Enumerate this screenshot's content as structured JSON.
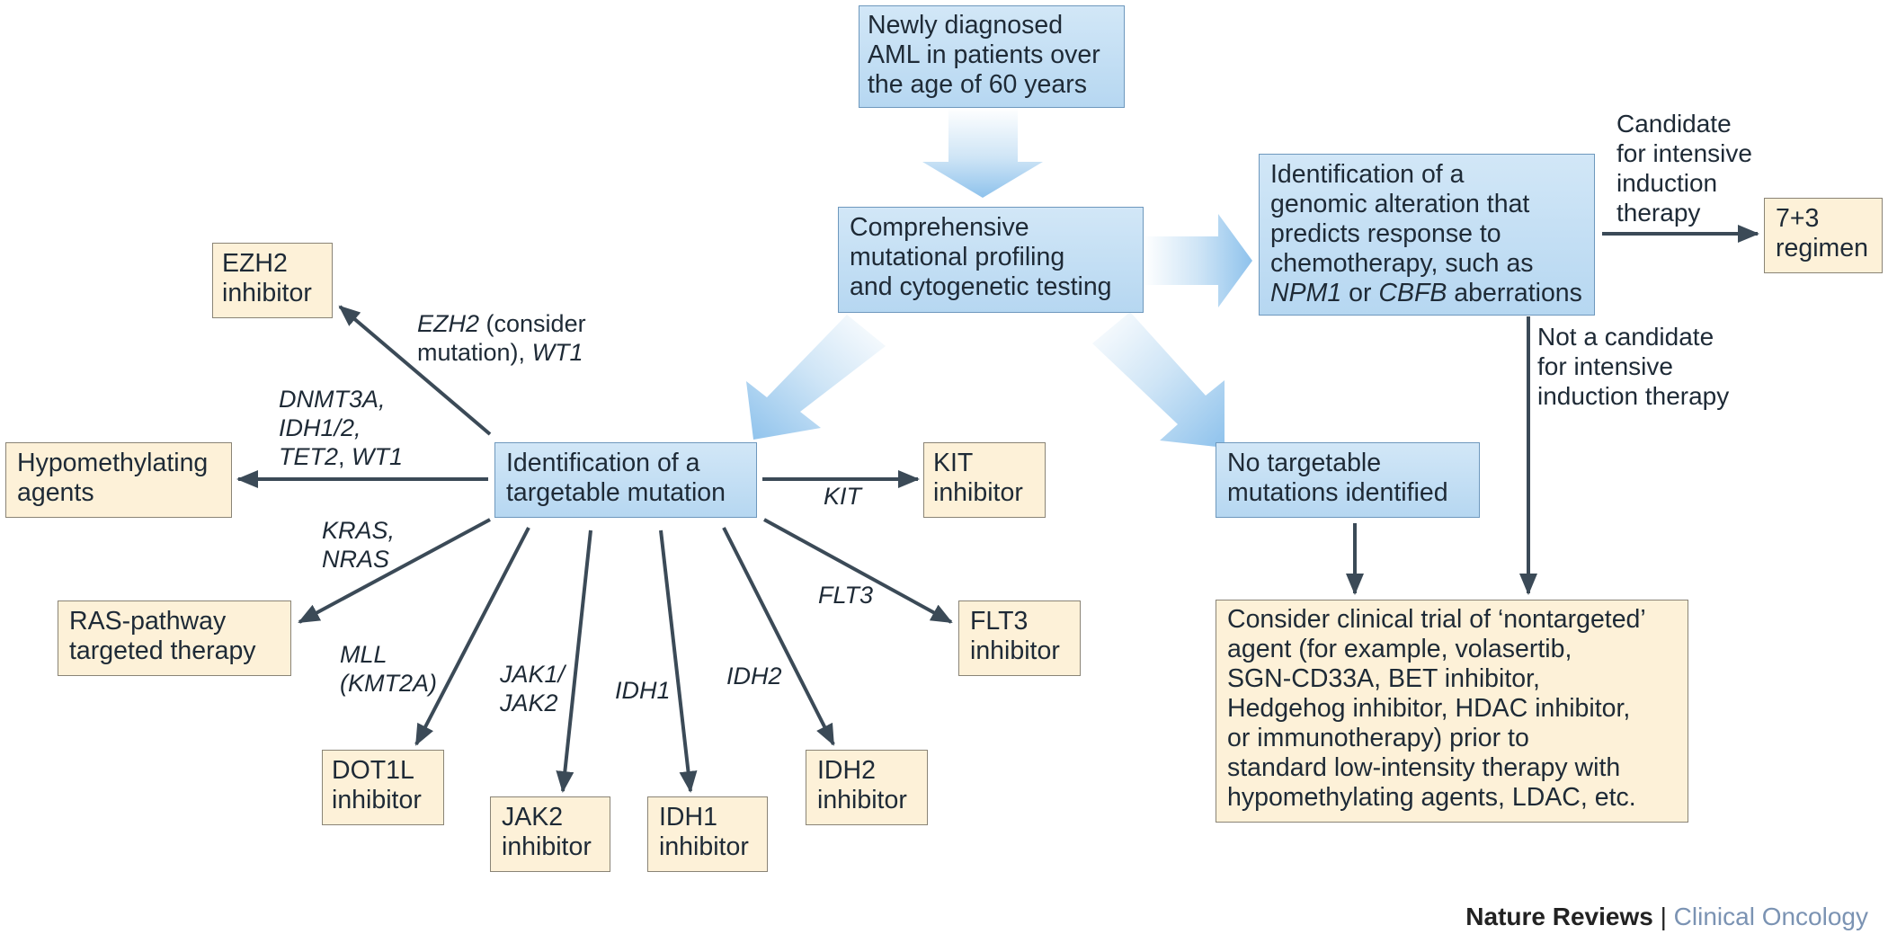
{
  "nodes": {
    "start": {
      "lines": [
        "Newly diagnosed",
        "AML in patients over",
        "the age of 60 years"
      ]
    },
    "profiling": {
      "lines": [
        "Comprehensive",
        "mutational profiling",
        "and cytogenetic testing"
      ]
    },
    "genomic": {
      "lines": [
        "Identification of a",
        "genomic alteration that",
        "predicts response to",
        "chemotherapy, such as"
      ],
      "last": {
        "g1": "NPM1",
        "mid": " or ",
        "g2": "CBFB",
        "tail": " aberrations"
      }
    },
    "regimen": {
      "lines": [
        "7+3",
        "regimen"
      ]
    },
    "targetable": {
      "lines": [
        "Identification of a",
        "targetable mutation"
      ]
    },
    "no_targetable": {
      "lines": [
        "No targetable",
        "mutations identified"
      ]
    },
    "clinical_trial": {
      "lines": [
        "Consider clinical trial of ‘nontargeted’",
        "agent (for example, volasertib,",
        "SGN-CD33A, BET inhibitor,",
        "Hedgehog inhibitor, HDAC inhibitor,",
        "or immunotherapy) prior to",
        "standard low-intensity therapy with",
        "hypomethylating agents, LDAC, etc."
      ]
    },
    "ezh2_inhibitor": {
      "lines": [
        "EZH2",
        "inhibitor"
      ]
    },
    "hypomethylating": {
      "lines": [
        "Hypomethylating",
        "agents"
      ]
    },
    "ras_therapy": {
      "lines": [
        "RAS-pathway",
        "targeted therapy"
      ]
    },
    "dot1l_inhibitor": {
      "lines": [
        "DOT1L",
        "inhibitor"
      ]
    },
    "jak2_inhibitor": {
      "lines": [
        "JAK2",
        "inhibitor"
      ]
    },
    "idh1_inhibitor": {
      "lines": [
        "IDH1",
        "inhibitor"
      ]
    },
    "idh2_inhibitor": {
      "lines": [
        "IDH2",
        "inhibitor"
      ]
    },
    "flt3_inhibitor": {
      "lines": [
        "FLT3",
        "inhibitor"
      ]
    },
    "kit_inhibitor": {
      "lines": [
        "KIT",
        "inhibitor"
      ]
    }
  },
  "labels": {
    "candidate": [
      "Candidate",
      "for intensive",
      "induction",
      "therapy"
    ],
    "not_candidate": [
      "Not a candidate",
      "for intensive",
      "induction therapy"
    ],
    "ezh2": {
      "g1": "EZH2",
      "t1": " (consider",
      "t2": "mutation), ",
      "g2": "WT1"
    },
    "dnmt3a": {
      "l1": "DNMT3A,",
      "l2": "IDH1/2,",
      "l3a": "TET2",
      "l3b": ", ",
      "l3c": "WT1"
    },
    "kras": [
      "KRAS,",
      "NRAS"
    ],
    "mll": [
      "MLL",
      "(KMT2A)"
    ],
    "jak": [
      "JAK1/",
      "JAK2"
    ],
    "idh1": "IDH1",
    "idh2": "IDH2",
    "flt3": "FLT3",
    "kit": "KIT"
  },
  "credit": {
    "publisher": "Nature Reviews",
    "separator": " | ",
    "journal": "Clinical Oncology"
  },
  "colors": {
    "blue_box": "#c4e0f4",
    "tan_box": "#fdf1d8",
    "arrow_line": "#3b4a57",
    "block_arrow": "#9ecbee",
    "journal_text": "#7b93b3"
  }
}
